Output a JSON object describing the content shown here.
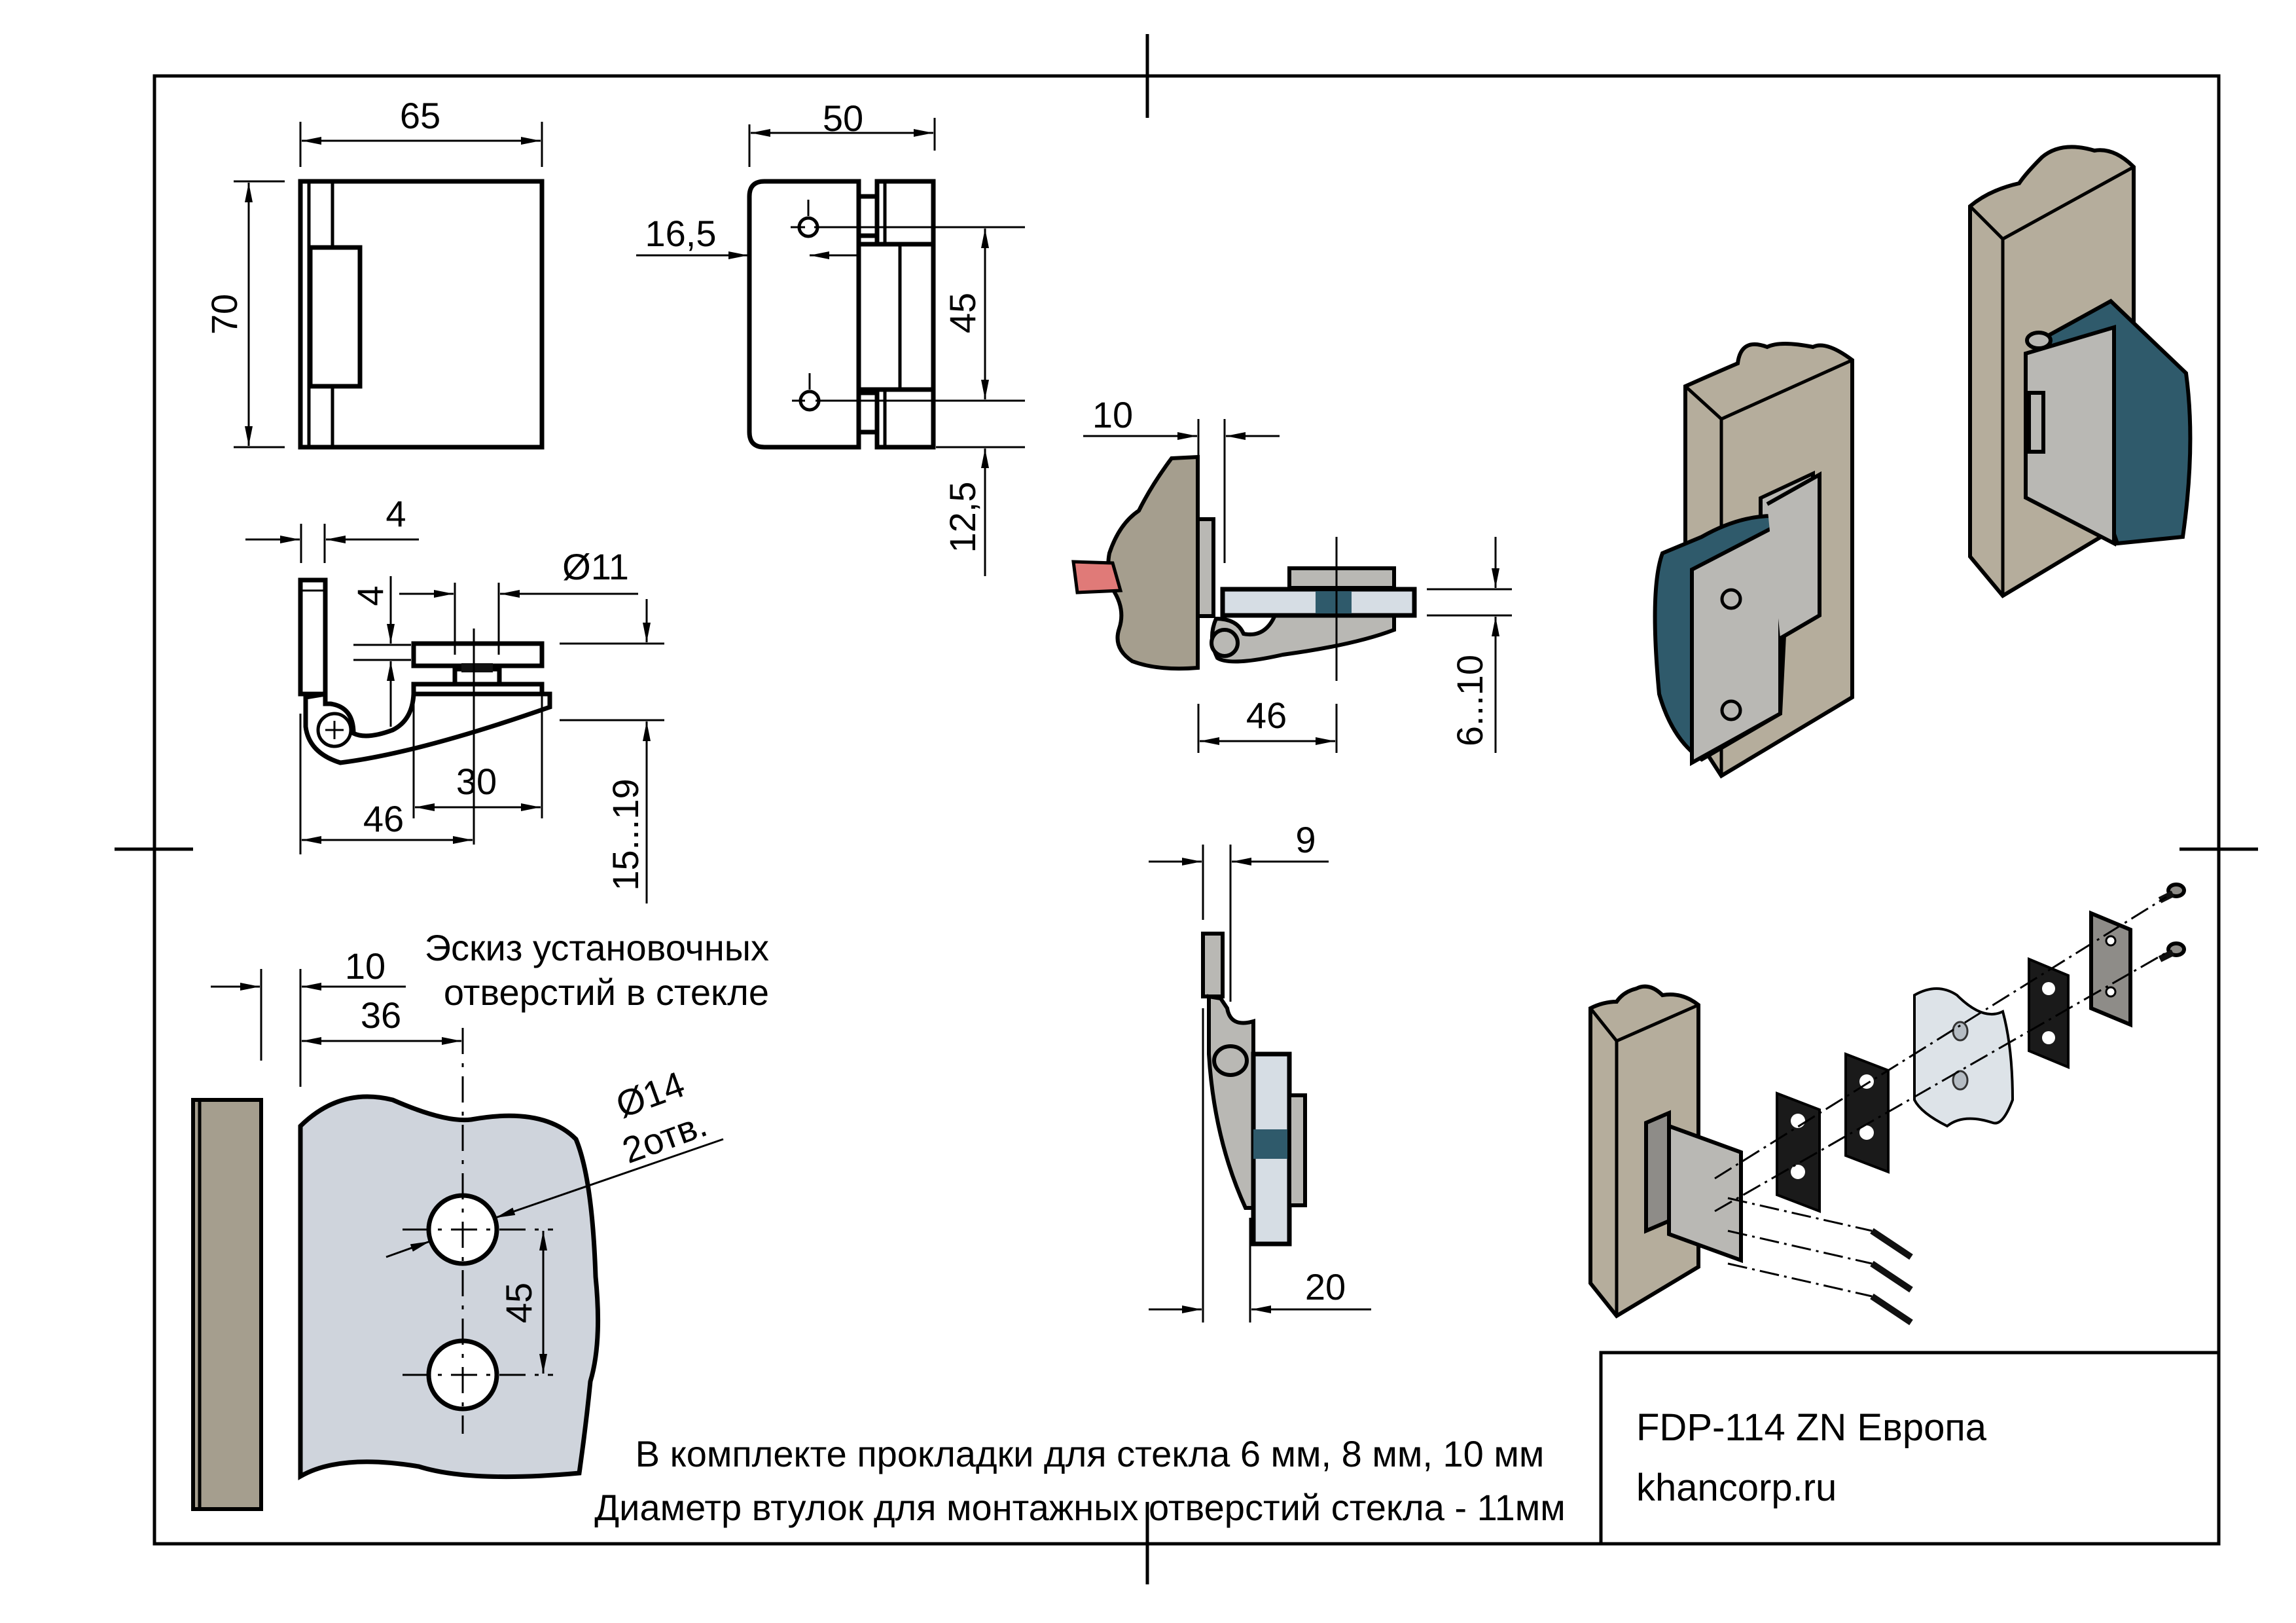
{
  "title_block": {
    "model": "FDP-114 ZN Европа",
    "website": "khancorp.ru"
  },
  "notes": {
    "line1": "В комплекте прокладки для стекла 6 мм, 8 мм, 10 мм",
    "line2": "Диаметр втулок для монтажных отверстий стекла - 11мм"
  },
  "glass_sketch": {
    "caption_line1": "Эскиз установочных",
    "caption_line2": "отверстий в стекле",
    "dim_edge_offset": "10",
    "dim_hole_from_edge": "36",
    "dim_hole_diameter": "Ø14",
    "dim_hole_count": "2отв.",
    "dim_hole_spacing": "45"
  },
  "side_view": {
    "dim_width": "65",
    "dim_height": "70"
  },
  "front_view": {
    "dim_width": "50",
    "dim_hole_offset": "16,5",
    "dim_hole_spacing": "45",
    "dim_bottom_offset": "12,5"
  },
  "top_section": {
    "dim_plate_thickness": "4",
    "dim_washer_thickness": "4",
    "dim_bushing_diameter": "Ø11",
    "dim_clamp_length": "30",
    "dim_axis_to_center": "46",
    "dim_clamp_range": "15...19"
  },
  "installed_section": {
    "dim_gap": "10",
    "dim_axis_to_center": "46",
    "dim_glass_thickness": "6...10"
  },
  "open_view": {
    "dim_offset": "9",
    "dim_depth": "20"
  },
  "renders": {
    "closed_label": "hinge-installed-closed",
    "open_label": "hinge-installed-open",
    "exploded_label": "hinge-exploded-view"
  },
  "colors": {
    "stone": "#a59e8e",
    "glass": "#cfd4dc",
    "steel": "#b9b8b4",
    "glass_edge": "#2f5a6b",
    "gasket": "#1a1a1a",
    "dowel": "#e07a78"
  }
}
